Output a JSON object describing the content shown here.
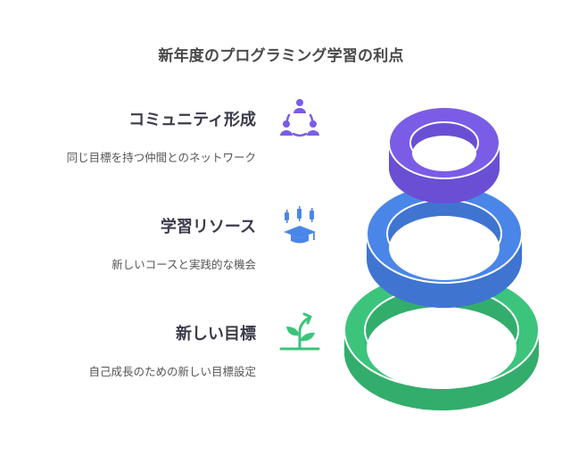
{
  "title": "新年度のプログラミング学習の利点",
  "items": [
    {
      "heading": "コミュニティ形成",
      "description": "同じ目標を持つ仲間とのネットワーク",
      "icon": "community-icon",
      "color": "#7b5ce6"
    },
    {
      "heading": "学習リソース",
      "description": "新しいコースと実践的な機会",
      "icon": "learning-resources-icon",
      "color": "#4a86e8"
    },
    {
      "heading": "新しい目標",
      "description": "自己成長のための新しい目標設定",
      "icon": "growth-sprout-icon",
      "color": "#3cc47c"
    }
  ],
  "colors": {
    "purple": "#7b5ce6",
    "purple_side": "#6a4fd4",
    "blue": "#4a86e8",
    "blue_side": "#3f74d1",
    "green": "#3cc47c",
    "green_side": "#33ad6c",
    "text_dark": "#3a3a4a",
    "text_body": "#555555"
  }
}
